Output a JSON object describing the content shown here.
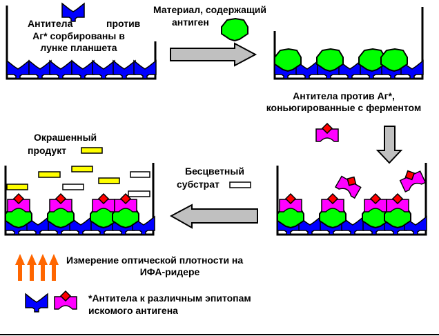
{
  "step1": {
    "text_line1_a": "Антитела",
    "text_line1_b": "против",
    "text_line2": "Аг* сорбированы в",
    "text_line3": "лунке планшета"
  },
  "step2": {
    "text_line1": "Материал, содержащий",
    "text_line2": "антиген"
  },
  "step3": {
    "text_line1": "Антитела против Аг*,",
    "text_line2": "коньюгированные с ферментом"
  },
  "substrate": {
    "text_line1": "Бесцветный",
    "text_line2": "субстрат"
  },
  "product": {
    "text_line1": "Окрашенный",
    "text_line2": "продукт"
  },
  "measurement": {
    "text_line1": "Измерение оптической плотности на",
    "text_line2": "ИФА-ридере"
  },
  "legend": {
    "text_line1": "*Антитела к различным эпитопам",
    "text_line2": "искомого антигена"
  },
  "colors": {
    "capture_antibody": "#0000FF",
    "antigen": "#00FF00",
    "conjugate_antibody": "#FF00FF",
    "enzyme": "#FF0000",
    "colored_product": "#FFFF00",
    "arrow": "#C0C0C0",
    "measure_arrow": "#FF6600"
  }
}
